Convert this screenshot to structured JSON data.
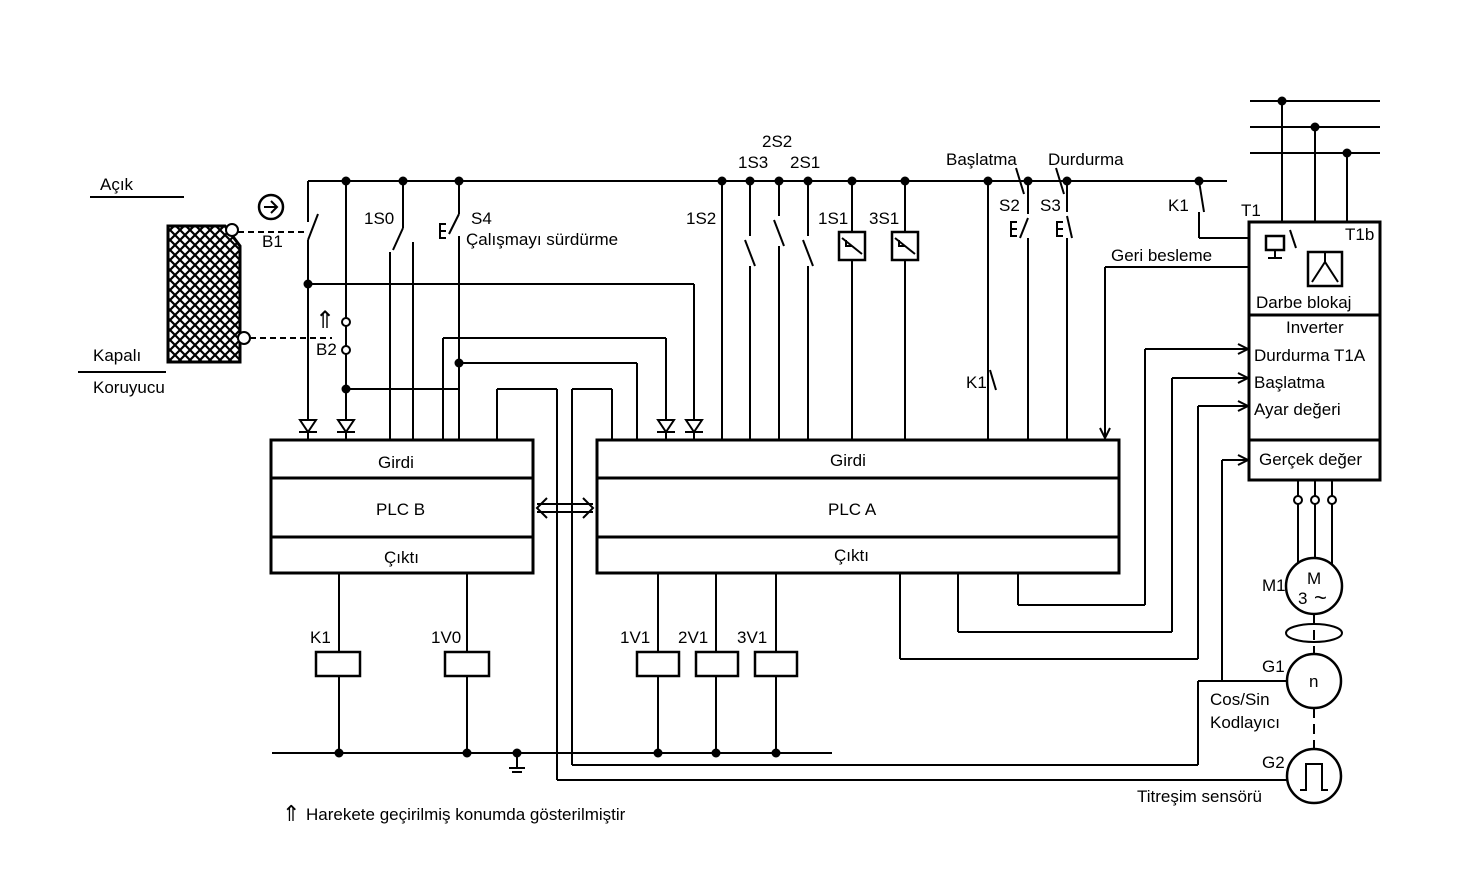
{
  "labels": {
    "open": "Açık",
    "closed": "Kapalı",
    "guard": "Koruyucu",
    "b1": "B1",
    "b2": "B2",
    "s1_0": "1S0",
    "s4": "S4",
    "continue_op": "Çalışmayı sürdürme",
    "s1_2": "1S2",
    "s1_3": "1S3",
    "s2_2": "2S2",
    "s2_1": "2S1",
    "s1_1": "1S1",
    "s3_1": "3S1",
    "start": "Başlatma",
    "stop": "Durdurma",
    "s2": "S2",
    "s3": "S3",
    "k1_top": "K1",
    "k1_mid": "K1",
    "t1": "T1",
    "t1b": "T1b",
    "feedback": "Geri besleme",
    "pulse_block": "Darbe blokaj",
    "inverter": "Inverter",
    "stop_t1a": "Durdurma T1A",
    "start_in": "Başlatma",
    "setpoint": "Ayar değeri",
    "actual_value": "Gerçek değer",
    "m1": "M1",
    "motor_m": "M",
    "motor_3": "3",
    "motor_ac": "~",
    "g1": "G1",
    "encoder_n": "n",
    "encoder_line1": "Cos/Sin",
    "encoder_line2": "Kodlayıcı",
    "g2": "G2",
    "vibration": "Titreşim sensörü",
    "footnote_arrow": "⇑",
    "footnote": "Harekete geçirilmiş konumda gösterilmiştir",
    "b2_arrow": "⇑",
    "b1_arrow": "➔"
  },
  "plc_b": {
    "input": "Girdi",
    "name": "PLC B",
    "output": "Çıktı"
  },
  "plc_a": {
    "input": "Girdi",
    "name": "PLC A",
    "output": "Çıktı"
  },
  "coils": {
    "k1": "K1",
    "v1_0": "1V0",
    "v1_1": "1V1",
    "v2_1": "2V1",
    "v3_1": "3V1"
  }
}
